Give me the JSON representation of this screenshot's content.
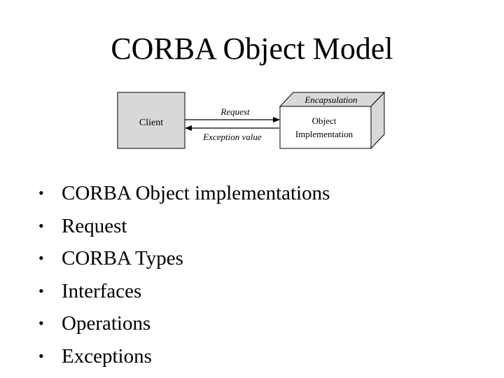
{
  "title": "CORBA Object Model",
  "diagram": {
    "client_label": "Client",
    "request_label": "Request",
    "exception_label": "Exception value",
    "encapsulation_label": "Encapsulation",
    "object_impl_line1": "Object",
    "object_impl_line2": "Implementation"
  },
  "bullets": [
    "CORBA Object implementations",
    "Request",
    "CORBA Types",
    "Interfaces",
    "Operations",
    "Exceptions"
  ],
  "colors": {
    "client_fill": "#d8d8d8",
    "cube_fill": "#d8d8d8",
    "front_fill": "#ffffff",
    "stroke": "#000000"
  }
}
